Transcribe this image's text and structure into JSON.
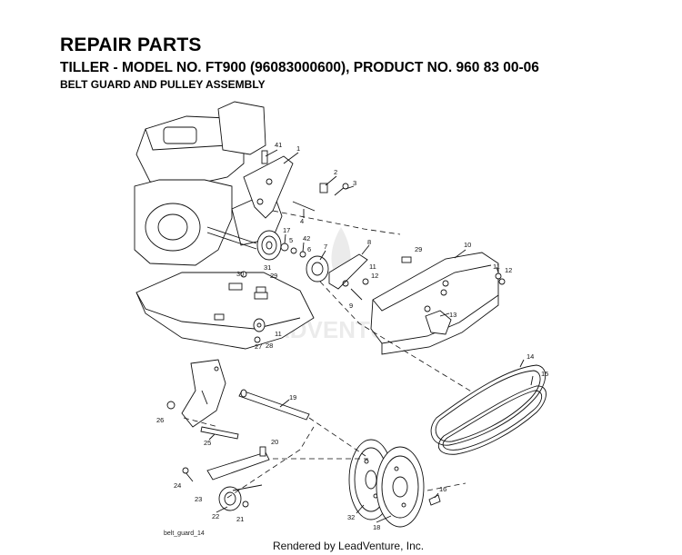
{
  "header": {
    "title": "REPAIR PARTS",
    "subtitle": "TILLER - MODEL NO. FT900 (96083000600), PRODUCT NO. 960 83 00-06",
    "section": "BELT GUARD AND PULLEY ASSEMBLY"
  },
  "figure_id": "belt_guard_14",
  "footer": "Rendered by LeadVenture, Inc.",
  "watermark": "ADVENTURE",
  "callouts": [
    "41",
    "1",
    "2",
    "3",
    "4",
    "17",
    "42",
    "5",
    "6",
    "7",
    "8",
    "29",
    "10",
    "11",
    "12",
    "30",
    "31",
    "9",
    "11",
    "12",
    "13",
    "29",
    "28",
    "27",
    "11",
    "19",
    "14",
    "15",
    "26",
    "25",
    "20",
    "24",
    "23",
    "22",
    "21",
    "16",
    "32",
    "18"
  ]
}
